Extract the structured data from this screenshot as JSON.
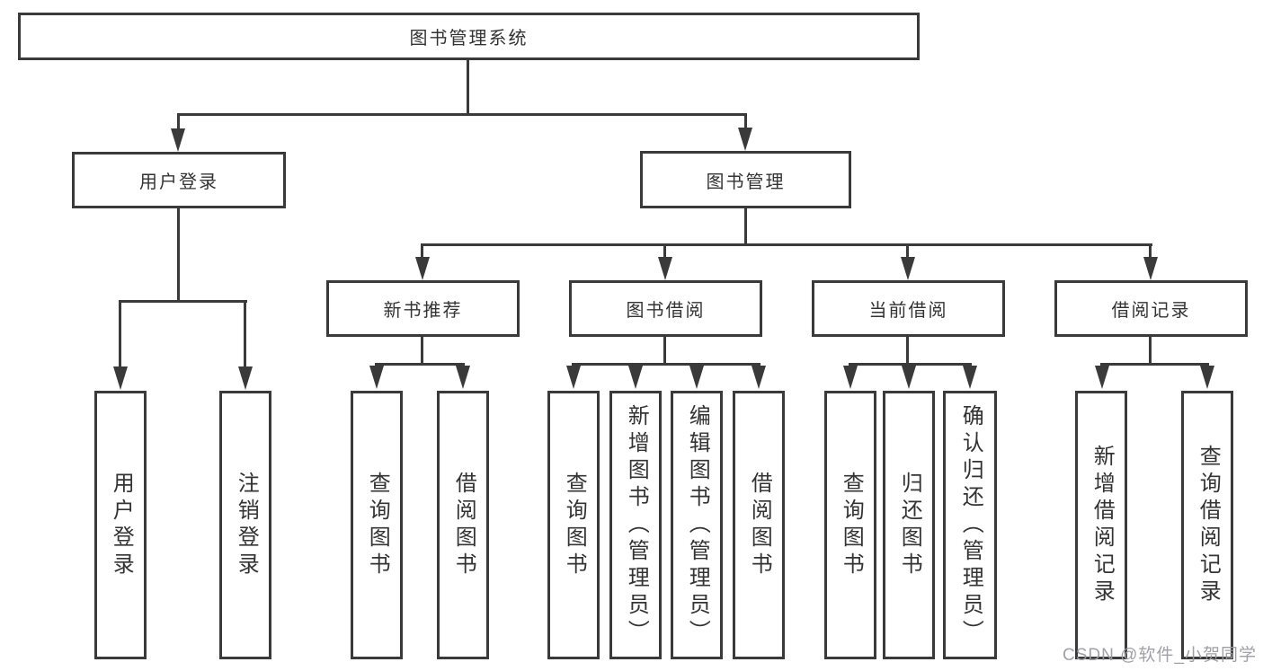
{
  "nodes": {
    "root": {
      "label": "图书管理系统"
    },
    "level2": [
      {
        "label": "用户登录"
      },
      {
        "label": "图书管理"
      }
    ],
    "level3": [
      {
        "label": "新书推荐"
      },
      {
        "label": "图书借阅"
      },
      {
        "label": "当前借阅"
      },
      {
        "label": "借阅记录"
      }
    ],
    "leaves": {
      "user_login": [
        {
          "label": "用户登录"
        },
        {
          "label": "注销登录"
        }
      ],
      "new_book": [
        {
          "label": "查询图书"
        },
        {
          "label": "借阅图书"
        }
      ],
      "book_borrow": [
        {
          "label": "查询图书"
        },
        {
          "label": "新增图书（管理员）"
        },
        {
          "label": "编辑图书（管理员）"
        },
        {
          "label": "借阅图书"
        }
      ],
      "current_borrow": [
        {
          "label": "查询图书"
        },
        {
          "label": "归还图书"
        },
        {
          "label": "确认归还（管理员）"
        }
      ],
      "borrow_record": [
        {
          "label": "新增借阅记录"
        },
        {
          "label": "查询借阅记录"
        }
      ]
    }
  },
  "watermark": {
    "text": "CSDN @软件_小贺同学"
  },
  "colors": {
    "line": "#3a3a3a",
    "text": "#333333",
    "watermark": "#9b9ba1",
    "background": "#ffffff"
  }
}
